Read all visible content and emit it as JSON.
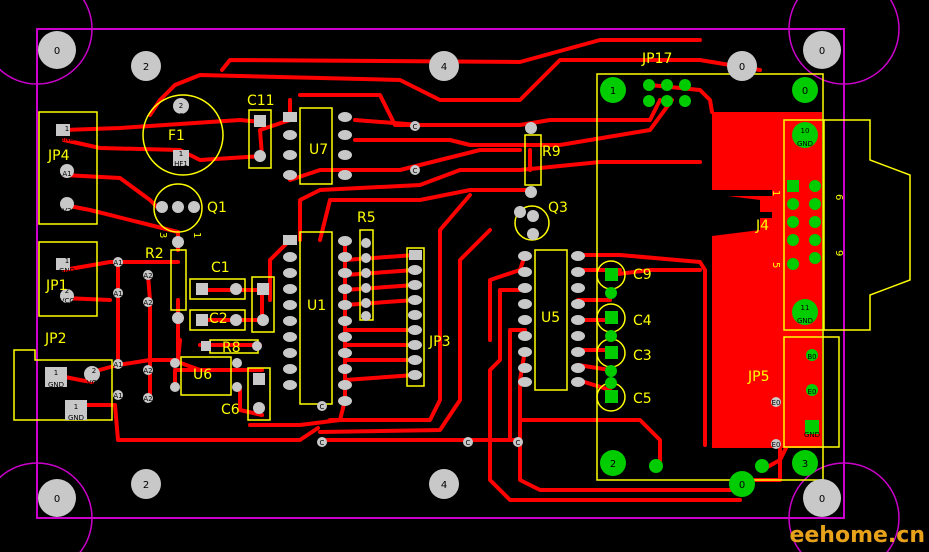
{
  "watermark": "eehome.cn",
  "colors": {
    "background": "#000000",
    "trace": "#ff0000",
    "silk": "#ffff00",
    "outline": "#cc00cc",
    "pad": "#c8c8c8",
    "green": "#00ee00",
    "hole": "#ffffff"
  },
  "labels": {
    "c11": "C11",
    "f1": "F1",
    "q1": "Q1",
    "jp4": "JP4",
    "r2": "R2",
    "jp1": "JP1",
    "jp2": "JP2",
    "c1": "C1",
    "c2": "C2",
    "r8": "R8",
    "u6": "U6",
    "c6": "C6",
    "u7": "U7",
    "u1": "U1",
    "r5": "R5",
    "jp3": "JP3",
    "r9": "R9",
    "q3": "Q3",
    "u5": "U5",
    "c9": "C9",
    "c4": "C4",
    "c3": "C3",
    "c5": "C5",
    "jp17": "JP17",
    "j4": "J4",
    "jp5": "JP5"
  },
  "pad_text": {
    "gnd": "GND",
    "vcc": "VCC",
    "hf1": "HF1",
    "v2": "V2",
    "a1": "A1",
    "a2": "A2",
    "c": "C",
    "e0": "E0",
    "b0": "B0",
    "n1": "1",
    "n2": "2",
    "n3": "3",
    "n4": "4",
    "n5": "5",
    "n6": "6",
    "n9": "9",
    "n10": "10",
    "n11": "11",
    "n0": "0"
  },
  "mount_holes": {
    "corner": "0",
    "top_left": "2",
    "top_mid": "4",
    "bottom_left": "2",
    "bottom_mid": "4",
    "jp17_left": "1",
    "jp17_right": "0",
    "jp17_mid": "0",
    "bottom_left_green": "2",
    "bottom_right_green": "3",
    "bottom_mid_green": "0"
  }
}
